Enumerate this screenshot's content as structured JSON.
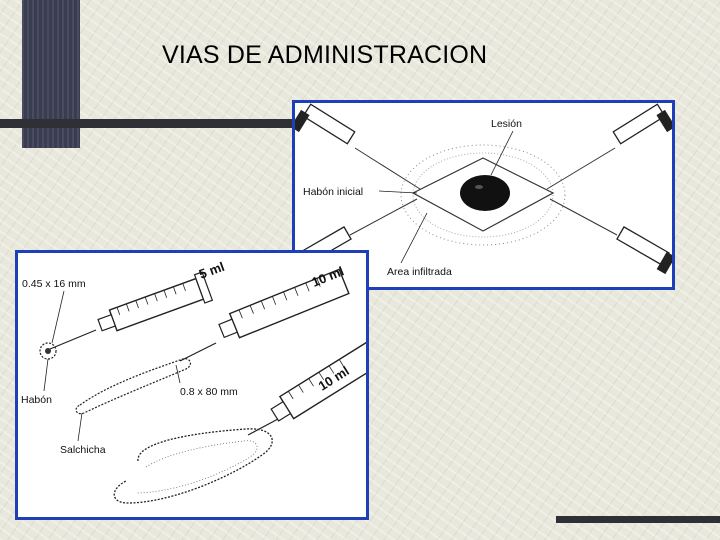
{
  "slide": {
    "title": "VIAS DE ADMINISTRACION"
  },
  "figure_top": {
    "labels": {
      "lesion": "Lesión",
      "habon_inicial": "Habón inicial",
      "area_infiltrada": "Area infiltrada"
    }
  },
  "figure_bottom": {
    "labels": {
      "needle_small": "0.45 x 16 mm",
      "needle_large": "0.8 x 80 mm",
      "habon": "Habón",
      "salchicha": "Salchicha",
      "syringe_5ml": "5 ml",
      "syringe_10ml_a": "10 ml",
      "syringe_10ml_b": "10 ml"
    }
  },
  "colors": {
    "accent_border": "#1f3fb8",
    "dark_bar": "#2f2f36",
    "deco_block": "#3a3d52"
  }
}
